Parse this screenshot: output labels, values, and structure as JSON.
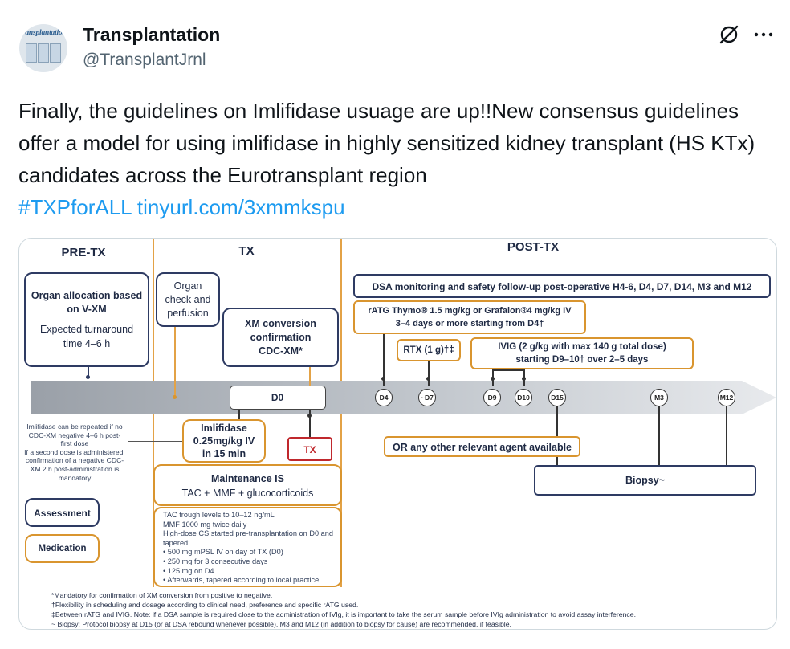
{
  "account": {
    "avatar_masthead": "transplantation",
    "display_name": "Transplantation",
    "handle": "@TransplantJrnl"
  },
  "header_icons": [
    "grok-icon",
    "more-icon"
  ],
  "tweet": {
    "text": "Finally, the guidelines on Imlifidase usuage are up!!New consensus guidelines offer a model for using imlifidase in highly sensitized kidney transplant (HS KTx) candidates across the Eurotransplant region",
    "hashtag": "#TXPforALL",
    "link": "tinyurl.com/3xmmkspu"
  },
  "figure": {
    "sections": {
      "pre": "PRE-TX",
      "tx": "TX",
      "post": "POST-TX"
    },
    "organ_allocation": {
      "title_line1": "Organ allocation based",
      "title_line2": "on V-XM",
      "line3": "Expected turnaround",
      "line4": "time 4–6 h"
    },
    "organ_check": {
      "line1": "Organ",
      "line2": "check and",
      "line3": "perfusion"
    },
    "xm_conversion": {
      "line1": "XM conversion",
      "line2": "confirmation",
      "line3": "CDC-XM*"
    },
    "d0": "D0",
    "imlifidase": {
      "line1": "Imlifidase",
      "line2": "0.25mg/kg IV",
      "line3": "in 15 min"
    },
    "tx_label": "TX",
    "repeat_note": [
      "Imlifidase can be repeated if no",
      "CDC-XM negative  4–6 h post-",
      "first dose",
      "If a second dose is administered,",
      "confirmation of a negative CDC-",
      "XM 2 h post-administration is",
      "mandatory"
    ],
    "legend": {
      "assessment": "Assessment",
      "medication": "Medication"
    },
    "maintenance": {
      "title": "Maintenance IS",
      "line2": "TAC + MMF + glucocorticoids"
    },
    "maintenance_details": [
      "TAC trough levels to 10–12 ng/mL",
      "MMF 1000 mg twice daily",
      "High-dose CS started pre-transplantation on D0 and",
      "tapered:",
      "•    500 mg mPSL IV on day of TX (D0)",
      "•    250 mg for 3 consecutive days",
      "•    125 mg on D4",
      "•    Afterwards, tapered according to local practice"
    ],
    "dsa_monitoring": "DSA monitoring and safety follow-up post-operative H4-6, D4, D7, D14, M3 and M12",
    "ratg": {
      "line1": "rATG Thymo® 1.5 mg/kg or Grafalon®4 mg/kg IV",
      "line2": "3–4 days or more starting from D4†"
    },
    "rtx": "RTX (1 g)†‡",
    "ivig": {
      "line1": "IVIG (2 g/kg with max 140 g total dose)",
      "line2": "starting D9–10† over 2–5 days"
    },
    "timeline_nodes": [
      "D4",
      "~D7",
      "D9",
      "D10",
      "D15",
      "M3",
      "M12"
    ],
    "other_agent": "OR any other relevant agent available",
    "biopsy": "Biopsy~",
    "footnotes": [
      "*Mandatory for confirmation of XM conversion from positive to negative.",
      "†Flexibility in scheduling and dosage according to clinical need, preference and specific rATG used.",
      "‡Between rATG and IVIG. Note: if a DSA sample is required close to the administration of IVIg, it is important to take the serum sample before IVIg administration to avoid assay interference.",
      "~ Biopsy: Protocol biopsy at D15 (or at DSA rebound whenever possible), M3 and M12 (in addition to biopsy for cause) are recommended, if feasible."
    ],
    "colors": {
      "navy": "#2e3b63",
      "orange": "#d9952f",
      "red": "#c0282d",
      "link": "#1d9bf0"
    }
  }
}
